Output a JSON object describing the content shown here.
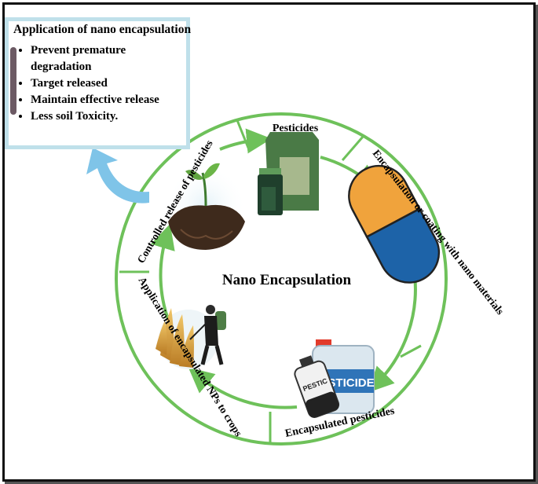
{
  "info_box": {
    "title": "Application of nano encapsulation",
    "items": [
      "Prevent premature degradation",
      "Target released",
      "Maintain effective release",
      "Less soil Toxicity."
    ]
  },
  "center_title": "Nano Encapsulation",
  "steps": {
    "pesticides": "Pesticides",
    "encapsulation": "Encapsulation or coating with nano materials",
    "encapsulated": "Encapsulated pesticides",
    "application": "Application of encapsulated NPs to crops",
    "controlled": "Controlled release of pesticides"
  },
  "labels": {
    "jerrycan": "PESTICIDE",
    "bottle": "PESTIC"
  },
  "colors": {
    "ring": "#6ec15a",
    "arrow_blue": "#7fc4e8",
    "infobox_border": "#bfe0ea",
    "capsule_orange": "#f0a33c",
    "capsule_blue": "#1d63a8"
  },
  "icons": [
    "pesticide-bag-icon",
    "capsule-icon",
    "pesticide-container-icon",
    "farmer-spraying-icon",
    "soil-seedling-icon",
    "curved-arrow-icon"
  ]
}
